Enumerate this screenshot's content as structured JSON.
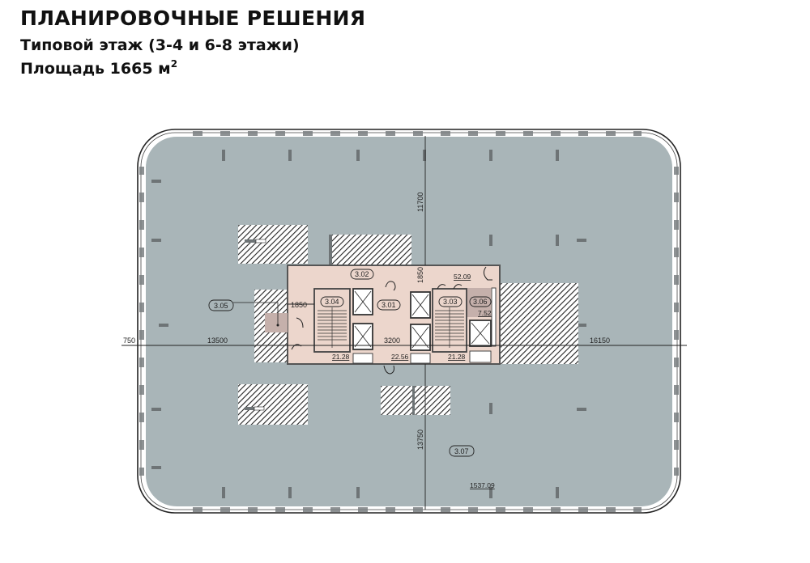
{
  "header": {
    "title": "ПЛАНИРОВОЧНЫЕ РЕШЕНИЯ",
    "subtitle": "Типовой этаж (3-4 и 6-8 этажи)",
    "area_label": "Площадь 1665 м",
    "area_sup": "2"
  },
  "colors": {
    "floor": "#a9b5b8",
    "core": "#ecd6cc",
    "core_dark": "#c5b0ab",
    "column": "#6e7476",
    "hatch": "#222222"
  },
  "rooms": [
    {
      "id": "3.02",
      "area": "52.09"
    },
    {
      "id": "3.04",
      "area": "21.28"
    },
    {
      "id": "3.01",
      "area": "22.56"
    },
    {
      "id": "3.03",
      "area": "21.28"
    },
    {
      "id": "3.06",
      "area": "7.52"
    },
    {
      "id": "3.05",
      "area": ""
    },
    {
      "id": "3.07",
      "area": "1537.09"
    }
  ],
  "dimensions": {
    "left_offset": "750",
    "left_span": "13500",
    "right_span": "16150",
    "top_span": "11700",
    "bottom_span": "13750",
    "core_top": "1850",
    "core_left": "1850",
    "core_mid": "3200"
  }
}
